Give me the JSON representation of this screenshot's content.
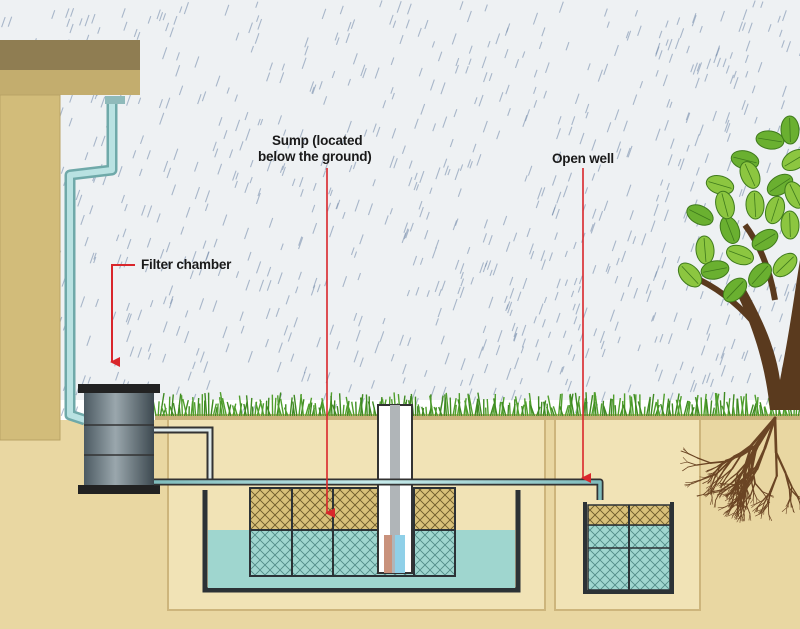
{
  "labels": {
    "filter_chamber": "Filter chamber",
    "sump_line1": "Sump (located",
    "sump_line2": "below the ground)",
    "open_well": "Open well"
  },
  "colors": {
    "sky": "#eef1f3",
    "rain": "#6f87a8",
    "ground": "#e9d7a2",
    "grass": "#4f9e2c",
    "house": "#d2bc7a",
    "pipe": "#9ccfcf",
    "tank_body": "#6d7d86",
    "water": "#9fd6cf",
    "grid_fill": "#d8c079",
    "arrow": "#d9262b",
    "leaf": "#6ab030",
    "trunk": "#5a3a1e"
  },
  "icons": [
    "rain",
    "house",
    "downpipe",
    "filter-chamber",
    "sump-tank",
    "hand-pump",
    "open-well",
    "tree",
    "tree-roots",
    "grass",
    "pointer-arrow"
  ]
}
